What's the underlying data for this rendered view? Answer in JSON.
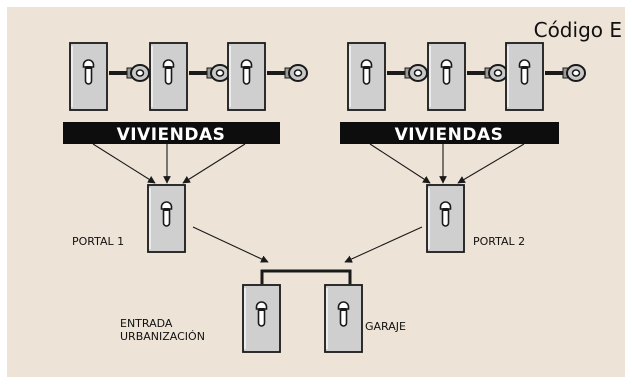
{
  "diagram": {
    "title": "Código E",
    "colors": {
      "background": "#ede3d6",
      "frame": "#ffffff",
      "banner": "#0d0d0d",
      "banner_text": "#ffffff",
      "lock_face": "#cfcfcf",
      "lock_stroke": "#1a1a1a",
      "line": "#1a1a1a"
    },
    "groups": [
      {
        "id": "left",
        "banner": "VIVIENDAS",
        "locks_with_keys": 3
      },
      {
        "id": "right",
        "banner": "VIVIENDAS",
        "locks_with_keys": 3
      }
    ],
    "nodes": {
      "portal_1": {
        "label": "PORTAL 1"
      },
      "portal_2": {
        "label": "PORTAL 2"
      },
      "entrada": {
        "label_lines": [
          "ENTRADA",
          "URBANIZACIÓN"
        ]
      },
      "garaje": {
        "label": "GARAJE"
      }
    },
    "icons": [
      "lock-cylinder-icon",
      "key-icon"
    ]
  }
}
